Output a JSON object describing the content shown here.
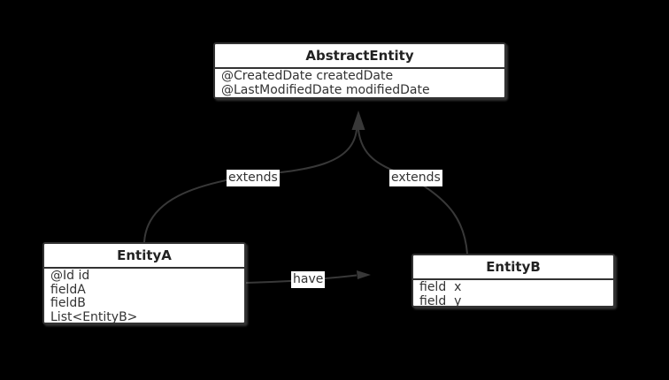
{
  "diagram": {
    "type": "uml-class-diagram",
    "background_color": "#000000",
    "node_fill": "#ffffff",
    "node_border_color": "#333333",
    "edge_color": "#383838",
    "text_color": "#333333",
    "classes": [
      {
        "name": "AbstractEntity",
        "fields": [
          "@CreatedDate createdDate",
          "@LastModifiedDate modifiedDate"
        ]
      },
      {
        "name": "EntityA",
        "fields": [
          "@Id id",
          "fieldA",
          "fieldB",
          "List<EntityB>"
        ]
      },
      {
        "name": "EntityB",
        "fields": [
          "field  x",
          "field  y"
        ]
      }
    ],
    "relationships": [
      {
        "from": "EntityA",
        "to": "AbstractEntity",
        "label": "extends"
      },
      {
        "from": "EntityB",
        "to": "AbstractEntity",
        "label": "extends"
      },
      {
        "from": "EntityA",
        "to": "EntityB",
        "label": "have"
      }
    ]
  }
}
